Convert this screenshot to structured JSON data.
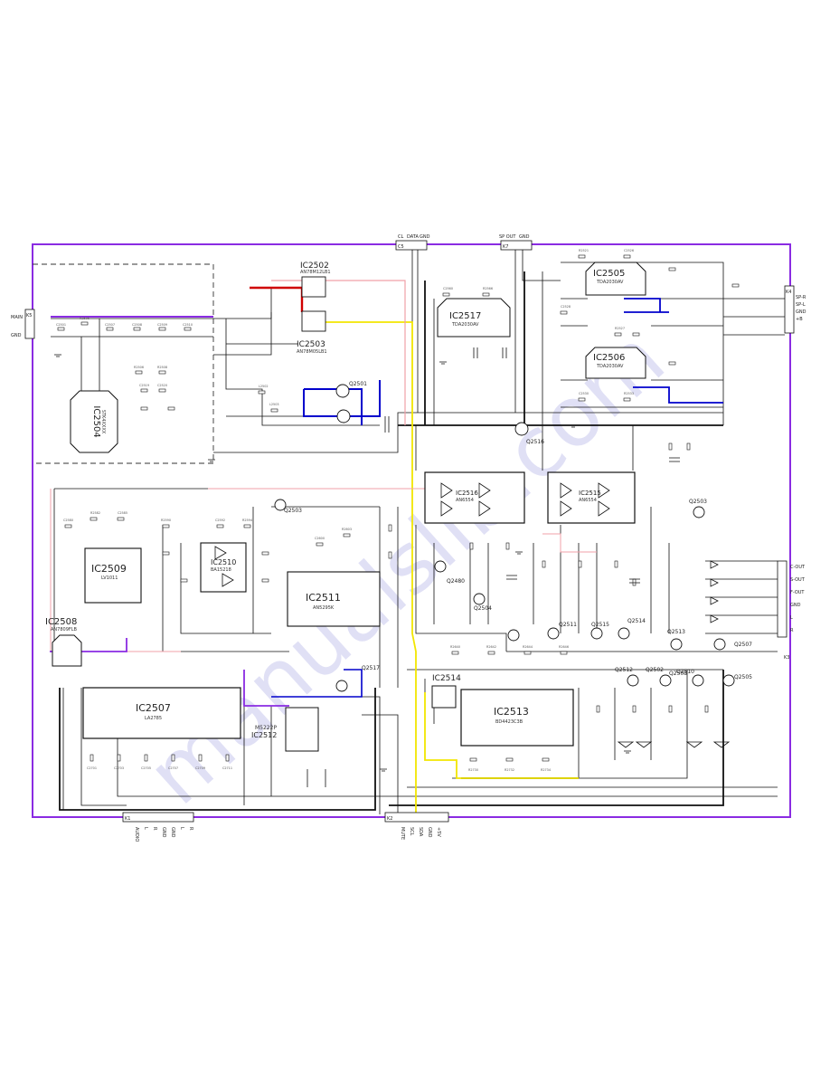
{
  "ics": [
    {
      "id": "ic2502",
      "name": "IC2502",
      "part": "AN78M12LB1"
    },
    {
      "id": "ic2503",
      "name": "IC2503",
      "part": "AN78M05LB1"
    },
    {
      "id": "ic2517",
      "name": "IC2517",
      "part": "TDA2030AV"
    },
    {
      "id": "ic2505",
      "name": "IC2505",
      "part": "TDA2030AV"
    },
    {
      "id": "ic2506",
      "name": "IC2506",
      "part": "TDA2030AV"
    },
    {
      "id": "ic2504",
      "name": "IC2504",
      "part": "STK4XXXX"
    },
    {
      "id": "ic2516",
      "name": "IC2516",
      "part": "AN6554"
    },
    {
      "id": "ic2515",
      "name": "IC2515",
      "part": "AN6554"
    },
    {
      "id": "ic2509",
      "name": "IC2509",
      "part": "LV1011"
    },
    {
      "id": "ic2510",
      "name": "IC2510",
      "part": "BA15218"
    },
    {
      "id": "ic2511",
      "name": "IC2511",
      "part": "AN5295K"
    },
    {
      "id": "ic2508",
      "name": "IC2508",
      "part": "AN7809FLB"
    },
    {
      "id": "ic2507",
      "name": "IC2507",
      "part": "LA2785"
    },
    {
      "id": "ic2512",
      "name": "IC2512",
      "part": "M5222P"
    },
    {
      "id": "ic2514",
      "name": "IC2514",
      "part": ""
    },
    {
      "id": "ic2513",
      "name": "IC2513",
      "part": "BD4423C3B"
    }
  ],
  "transistors": [
    "Q2501",
    "Q2503",
    "Q2516",
    "Q2503",
    "Q2480",
    "Q2504",
    "Q2511",
    "Q2515",
    "Q2514",
    "Q2513",
    "Q2507",
    "Q2510",
    "Q2502",
    "Q2512",
    "Q2508",
    "Q2505",
    "Q2517"
  ],
  "connectors": {
    "top_center": {
      "name": "C5",
      "pins": [
        "CL",
        "DATA",
        "GND"
      ]
    },
    "top_right": {
      "name": "K7",
      "pins": [
        "SP OUT",
        "GND"
      ]
    },
    "left": {
      "name": "K5",
      "pins": [
        "MAIN",
        "GND"
      ]
    },
    "right_top": {
      "name": "K4",
      "pins": [
        "SP-R",
        "SP-L",
        "GND",
        "+B"
      ]
    },
    "right_bottom": {
      "name": "K3",
      "pins": [
        "C-OUT",
        "S-OUT",
        "F-OUT",
        "GND",
        "L",
        "R"
      ]
    },
    "bottom_left": {
      "name": "K1",
      "pins": [
        "AUDIO",
        "L",
        "R",
        "GND",
        "GND",
        "L",
        "R"
      ]
    },
    "bottom_center": {
      "name": "K2",
      "pins": [
        "MUTE",
        "SCL",
        "SDA",
        "GND",
        "+5V"
      ]
    }
  },
  "watermark": "manualslib.com",
  "colors": {
    "frame": "#8a2be2",
    "wire": "#111111",
    "red": "#d00000",
    "blue": "#0000cc",
    "yellow": "#f2e600",
    "pink": "#f0a0a8",
    "purple": "#8a2be2",
    "watermark": "#c8c8ee"
  }
}
